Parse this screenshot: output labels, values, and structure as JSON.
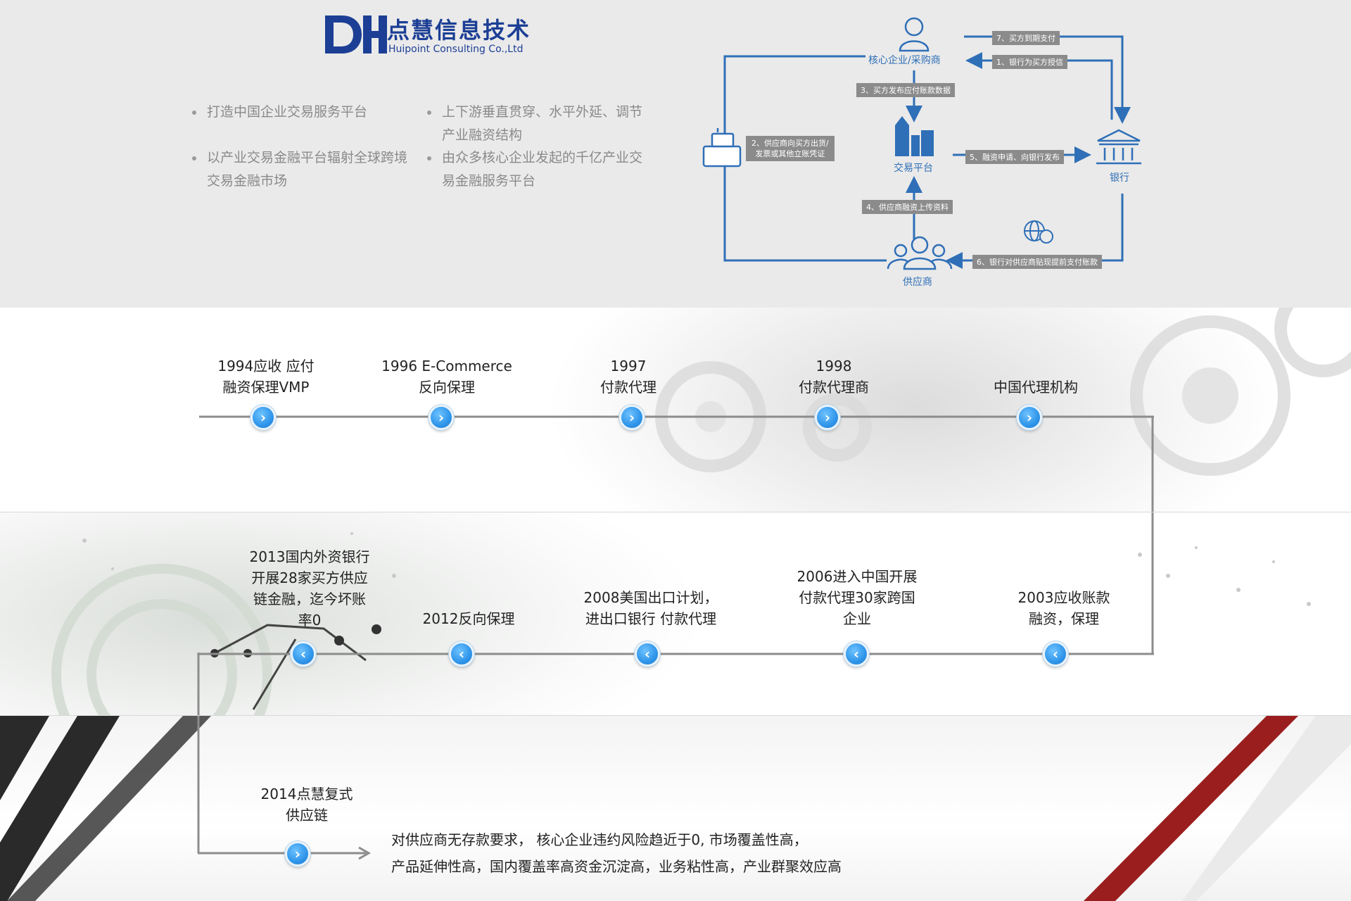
{
  "brand": {
    "mark": "DH",
    "name_cn": "点慧信息技术",
    "name_en": "Huipoint Consulting Co.,Ltd"
  },
  "features": [
    {
      "lines": [
        "打造中国企业交易服务平台"
      ]
    },
    {
      "lines": [
        "以产业交易金融平台辐射全球跨境",
        "交易金融市场"
      ]
    },
    {
      "lines": [
        "上下游垂直贯穿、水平外延、调节",
        "产业融资结构"
      ]
    },
    {
      "lines": [
        "由众多核心企业发起的千亿产业交",
        "易金融服务平台"
      ]
    }
  ],
  "diagram": {
    "core_enterprise": "核心企业/采购商",
    "platform": "交易平台",
    "bank": "银行",
    "supplier": "供应商",
    "steps": {
      "s1": "1、银行为买方授信",
      "s2_line1": "2、供应商向买方出货/",
      "s2_line2": "发票或其他立账凭证",
      "s3": "3、买方发布应付账款数据",
      "s4": "4、供应商融资上传资料",
      "s5": "5、融资申请、向银行发布",
      "s6": "6、银行对供应商贴现提前支付账款",
      "s7": "7、买方到期支付"
    }
  },
  "timeline": {
    "row1": [
      {
        "lines": [
          "1994应收 应付",
          "融资保理VMP"
        ]
      },
      {
        "lines": [
          "1996 E-Commerce",
          "反向保理"
        ]
      },
      {
        "lines": [
          "1997",
          "付款代理"
        ]
      },
      {
        "lines": [
          "1998",
          "付款代理商"
        ]
      },
      {
        "lines": [
          "中国代理机构"
        ]
      }
    ],
    "row2": [
      {
        "lines": [
          "2013国内外资银行",
          "开展28家买方供应",
          "链金融，迄今坏账",
          "率0"
        ]
      },
      {
        "lines": [
          "2012反向保理"
        ]
      },
      {
        "lines": [
          "2008美国出口计划，",
          "进出口银行 付款代理"
        ]
      },
      {
        "lines": [
          "2006进入中国开展",
          "付款代理30家跨国",
          "企业"
        ]
      },
      {
        "lines": [
          "2003应收账款",
          "融资，保理"
        ]
      }
    ],
    "row3": [
      {
        "lines": [
          "2014点慧复式",
          "供应链"
        ]
      }
    ],
    "next_glyph": "›",
    "prev_glyph": "‹"
  },
  "summary": {
    "line1": "对供应商无存款要求， 核心企业违约风险趋近于0,  市场覆盖性高，",
    "line2": "产品延伸性高，国内覆盖率高资金沉淀高，业务粘性高，产业群聚效应高"
  },
  "colors": {
    "accent_blue": "#2f95ea",
    "diagram_blue": "#2f6fb7",
    "logo_blue": "#1c3f95",
    "tag_gray": "#8b8b8b",
    "line_gray": "#8c8c8c",
    "stripe_red": "#9a1e1e"
  },
  "icons": {
    "core": "person-icon",
    "platform": "buildings-icon",
    "bank": "bank-icon",
    "supplier": "group-icon",
    "register": "cash-register-icon",
    "money": "globe-dollar-icon"
  }
}
